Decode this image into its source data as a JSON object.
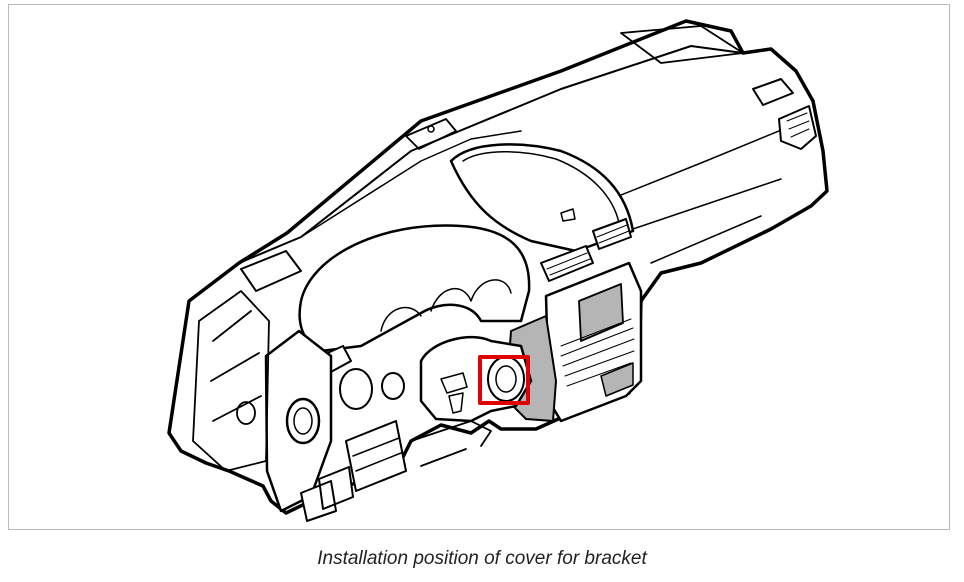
{
  "caption": "Installation position of cover for bracket",
  "colors": {
    "highlight": "#e00000",
    "line": "#000000",
    "shade": "#b5b5b5",
    "frame": "#b9b9b9"
  },
  "illustration": {
    "subject": "dashboard-line-drawing",
    "highlighted_part": "cover-for-bracket"
  }
}
